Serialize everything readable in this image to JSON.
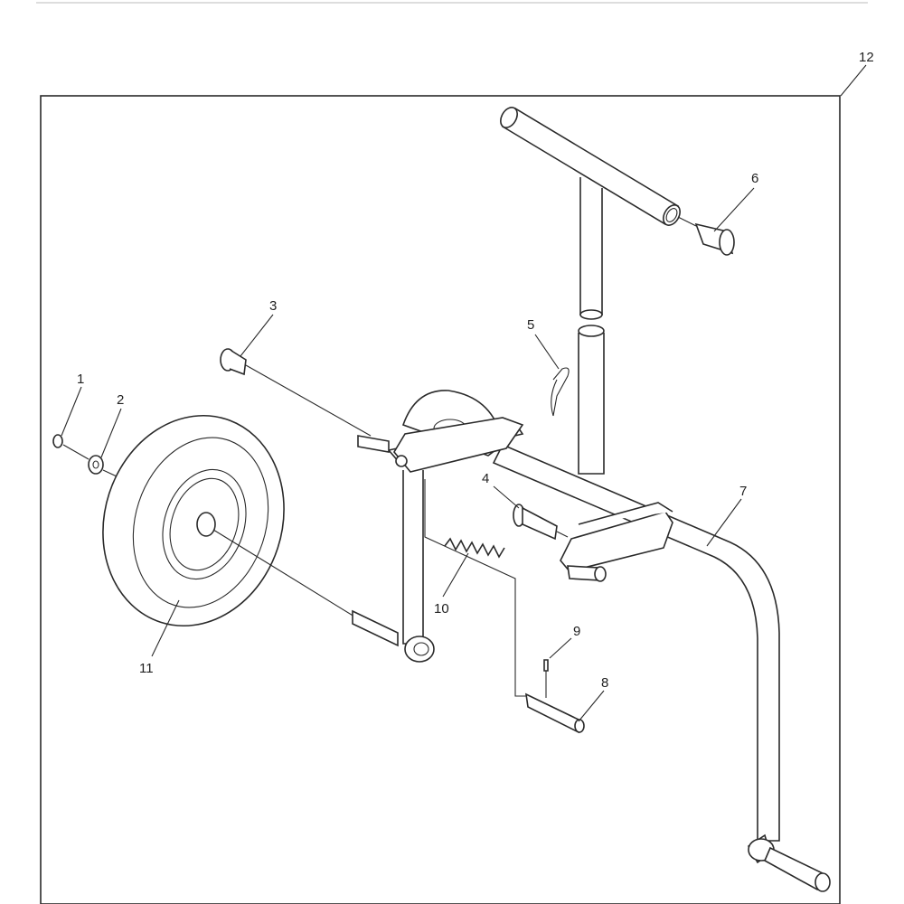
{
  "callouts": [
    {
      "id": "callout-1",
      "label": "1"
    },
    {
      "id": "callout-2",
      "label": "2"
    },
    {
      "id": "callout-3",
      "label": "3"
    },
    {
      "id": "callout-4",
      "label": "4"
    },
    {
      "id": "callout-5",
      "label": "5"
    },
    {
      "id": "callout-6",
      "label": "6"
    },
    {
      "id": "callout-7",
      "label": "7"
    },
    {
      "id": "callout-8",
      "label": "8"
    },
    {
      "id": "callout-9",
      "label": "9"
    },
    {
      "id": "callout-10",
      "label": "10"
    },
    {
      "id": "callout-11",
      "label": "11"
    },
    {
      "id": "callout-12",
      "label": "12"
    }
  ],
  "colors": {
    "line": "#2a2a2a",
    "background": "#ffffff",
    "rule": "#dddddd"
  }
}
